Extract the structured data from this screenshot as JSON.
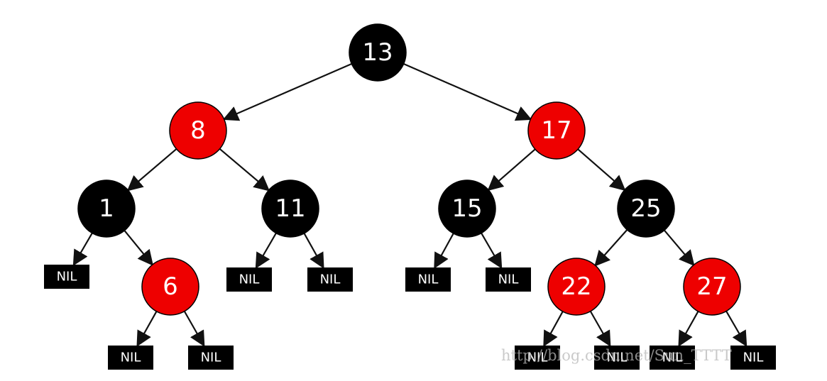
{
  "colors": {
    "red": "#ee0000",
    "black": "#000000",
    "edge": "#111111",
    "text": "#ffffff"
  },
  "nodes": [
    {
      "id": "n13",
      "label": "13",
      "color": "black"
    },
    {
      "id": "n8",
      "label": "8",
      "color": "red"
    },
    {
      "id": "n17",
      "label": "17",
      "color": "red"
    },
    {
      "id": "n1",
      "label": "1",
      "color": "black"
    },
    {
      "id": "n11",
      "label": "11",
      "color": "black"
    },
    {
      "id": "n15",
      "label": "15",
      "color": "black"
    },
    {
      "id": "n25",
      "label": "25",
      "color": "black"
    },
    {
      "id": "n6",
      "label": "6",
      "color": "red"
    },
    {
      "id": "n22",
      "label": "22",
      "color": "red"
    },
    {
      "id": "n27",
      "label": "27",
      "color": "red"
    }
  ],
  "nils": [
    {
      "id": "nil1L",
      "label": "NIL"
    },
    {
      "id": "nil6L",
      "label": "NIL"
    },
    {
      "id": "nil6R",
      "label": "NIL"
    },
    {
      "id": "nil11L",
      "label": "NIL"
    },
    {
      "id": "nil11R",
      "label": "NIL"
    },
    {
      "id": "nil15L",
      "label": "NIL"
    },
    {
      "id": "nil15R",
      "label": "NIL"
    },
    {
      "id": "nil22L",
      "label": "NIL"
    },
    {
      "id": "nil22R",
      "label": "NIL"
    },
    {
      "id": "nil27L",
      "label": "NIL"
    },
    {
      "id": "nil27R",
      "label": "NIL"
    }
  ],
  "edges": [
    [
      "n13",
      "n8"
    ],
    [
      "n13",
      "n17"
    ],
    [
      "n8",
      "n1"
    ],
    [
      "n8",
      "n11"
    ],
    [
      "n1",
      "nil1L"
    ],
    [
      "n1",
      "n6"
    ],
    [
      "n6",
      "nil6L"
    ],
    [
      "n6",
      "nil6R"
    ],
    [
      "n11",
      "nil11L"
    ],
    [
      "n11",
      "nil11R"
    ],
    [
      "n17",
      "n15"
    ],
    [
      "n17",
      "n25"
    ],
    [
      "n15",
      "nil15L"
    ],
    [
      "n15",
      "nil15R"
    ],
    [
      "n25",
      "n22"
    ],
    [
      "n25",
      "n27"
    ],
    [
      "n22",
      "nil22L"
    ],
    [
      "n22",
      "nil22R"
    ],
    [
      "n27",
      "nil27L"
    ],
    [
      "n27",
      "nil27R"
    ]
  ],
  "watermark": "http://blog.csdn.net/Sun_TTTT"
}
